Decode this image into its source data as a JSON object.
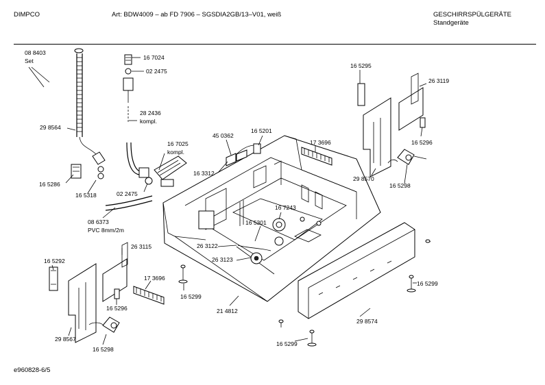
{
  "header": {
    "brand": "DIMPCO",
    "article": "Art: BDW4009 – ab FD 7906 – SGSDIA2GB/13–V01, weiß",
    "category": "GESCHIRRSPÜLGERÄTE",
    "subcategory": "Standgeräte"
  },
  "footer": {
    "doc_id": "e960828-6/5"
  },
  "labels": {
    "l_088403": "08 8403",
    "l_set": "Set",
    "l_298564": "29 8564",
    "l_165286": "16 5286",
    "l_165318": "16 5318",
    "l_167024": "16 7024",
    "l_022475a": "02 2475",
    "l_282436": "28 2436",
    "l_kompl_a": "kompl.",
    "l_167025": "16 7025",
    "l_kompl_b": "kompl.",
    "l_022475b": "02 2475",
    "l_086373": "08 6373",
    "l_pvc": "PVC 8mm/2m",
    "l_450362": "45 0362",
    "l_165201": "16 5201",
    "l_163312": "16 3312",
    "l_173696a": "17 3696",
    "l_165295": "16 5295",
    "l_263119": "26 3119",
    "l_165296a": "16 5296",
    "l_298570": "29 8570",
    "l_165298a": "16 5298",
    "l_167243": "16 7243",
    "l_165301": "16 5301",
    "l_263122": "26 3122",
    "l_263123": "26 3123",
    "l_165292": "16 5292",
    "l_263115": "26 3115",
    "l_173696b": "17 3696",
    "l_165299a": "16 5299",
    "l_165296b": "16 5296",
    "l_298567": "29 8567",
    "l_165298b": "16 5298",
    "l_214812": "21 4812",
    "l_298574": "29 8574",
    "l_165299b": "16 5299",
    "l_165299c": "16 5299"
  }
}
